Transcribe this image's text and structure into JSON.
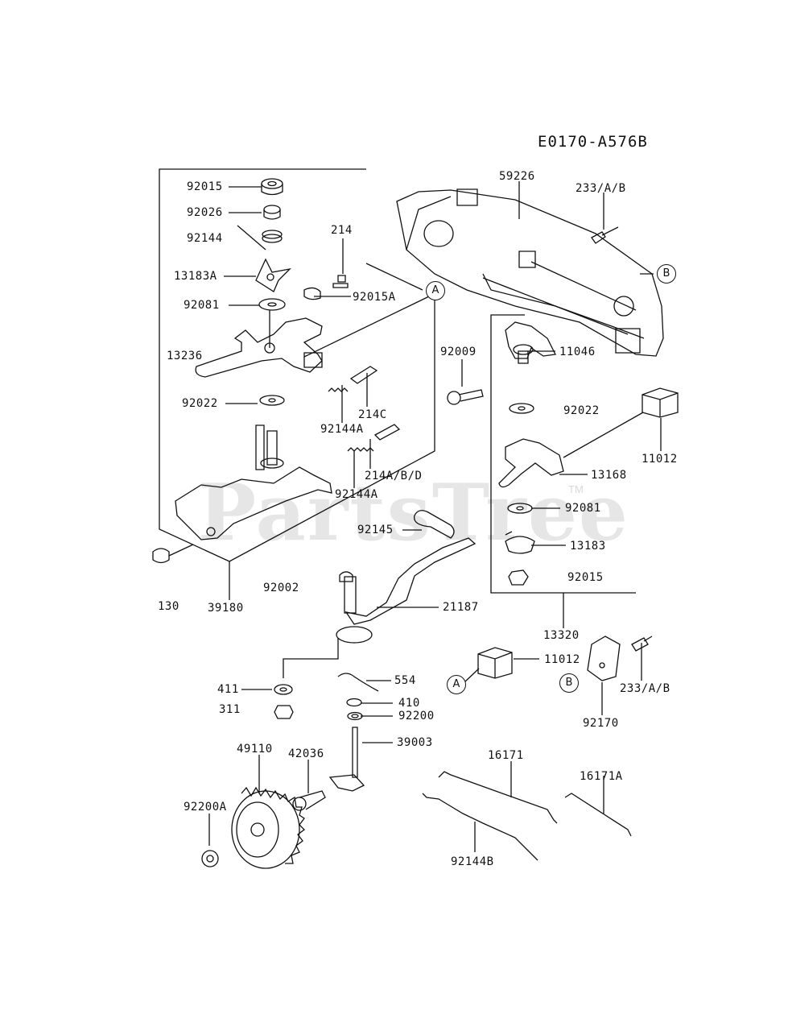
{
  "diagram_code": "E0170-A576B",
  "watermark": "PartsTree",
  "trademark": "TM",
  "callouts": [
    "A",
    "B"
  ],
  "parts": {
    "p92015_top": "92015",
    "p92026": "92026",
    "p92144": "92144",
    "p13183A": "13183A",
    "p214": "214",
    "p92015A": "92015A",
    "p92081_left": "92081",
    "p13236": "13236",
    "p92022_left": "92022",
    "p92144A_1": "92144A",
    "p214C": "214C",
    "p214ABD": "214A/B/D",
    "p92144A_2": "92144A",
    "p92145": "92145",
    "p130": "130",
    "p39180": "39180",
    "p92002": "92002",
    "p21187": "21187",
    "p554": "554",
    "p411": "411",
    "p311": "311",
    "p410": "410",
    "p92200": "92200",
    "p39003": "39003",
    "p49110": "49110",
    "p42036": "42036",
    "p92200A": "92200A",
    "p59226": "59226",
    "p233AB_top": "233/A/B",
    "p92009": "92009",
    "p11046": "11046",
    "p92022_right": "92022",
    "p11012_right": "11012",
    "p13168": "13168",
    "p92081_right": "92081",
    "p13183": "13183",
    "p92015_right": "92015",
    "p13320": "13320",
    "p11012_bottom": "11012",
    "p233AB_bottom": "233/A/B",
    "p92170": "92170",
    "p16171": "16171",
    "p16171A": "16171A",
    "p92144B": "92144B"
  }
}
